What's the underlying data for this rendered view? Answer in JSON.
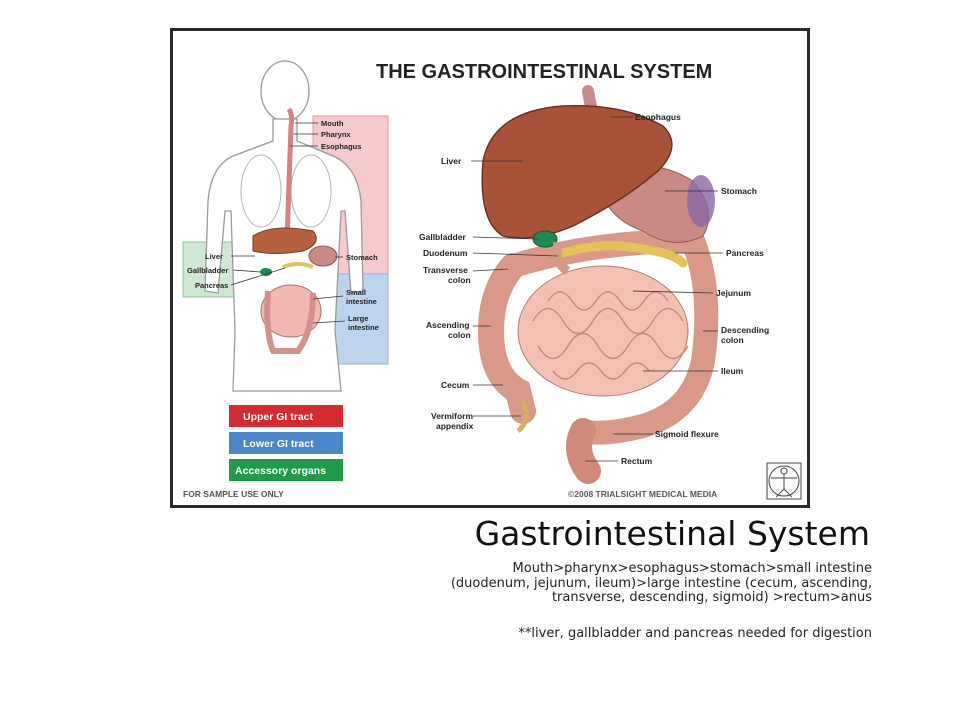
{
  "figure": {
    "title": "THE GASTROINTESTINAL SYSTEM",
    "footer_left": "FOR SAMPLE USE ONLY",
    "footer_right": "©2008 TRIALSIGHT MEDICAL MEDIA",
    "legend": [
      {
        "label": "Upper GI tract",
        "color": "#d42a30"
      },
      {
        "label": "Lower GI tract",
        "color": "#4a86c8"
      },
      {
        "label": "Accessory organs",
        "color": "#1f9a48"
      }
    ],
    "body_labels": {
      "mouth": "Mouth",
      "pharynx": "Pharynx",
      "esophagus": "Esophagus",
      "liver": "Liver",
      "gallbladder": "Gallbladder",
      "pancreas": "Pancreas",
      "stomach": "Stomach",
      "small_intestine_1": "Small",
      "small_intestine_2": "intestine",
      "large_intestine_1": "Large",
      "large_intestine_2": "intestine"
    },
    "organ_labels": {
      "esophagus": "Esophagus",
      "liver": "Liver",
      "stomach": "Stomach",
      "gallbladder": "Gallbladder",
      "duodenum": "Duodenum",
      "pancreas": "Pancreas",
      "transverse_colon_1": "Transverse",
      "transverse_colon_2": "colon",
      "jejunum": "Jejunum",
      "ascending_colon_1": "Ascending",
      "ascending_colon_2": "colon",
      "descending_colon_1": "Descending",
      "descending_colon_2": "colon",
      "ileum": "Ileum",
      "cecum": "Cecum",
      "appendix_1": "Vermiform",
      "appendix_2": "appendix",
      "sigmoid": "Sigmoid flexure",
      "rectum": "Rectum"
    }
  },
  "slide": {
    "title": "Gastrointestinal System",
    "body": "Mouth>pharynx>esophagus>stomach>small intestine (duodenum, jejunum, ileum)>large intestine (cecum, ascending, transverse, descending, sigmoid) >rectum>anus",
    "note": "**liver,  gallbladder and pancreas needed for digestion"
  }
}
